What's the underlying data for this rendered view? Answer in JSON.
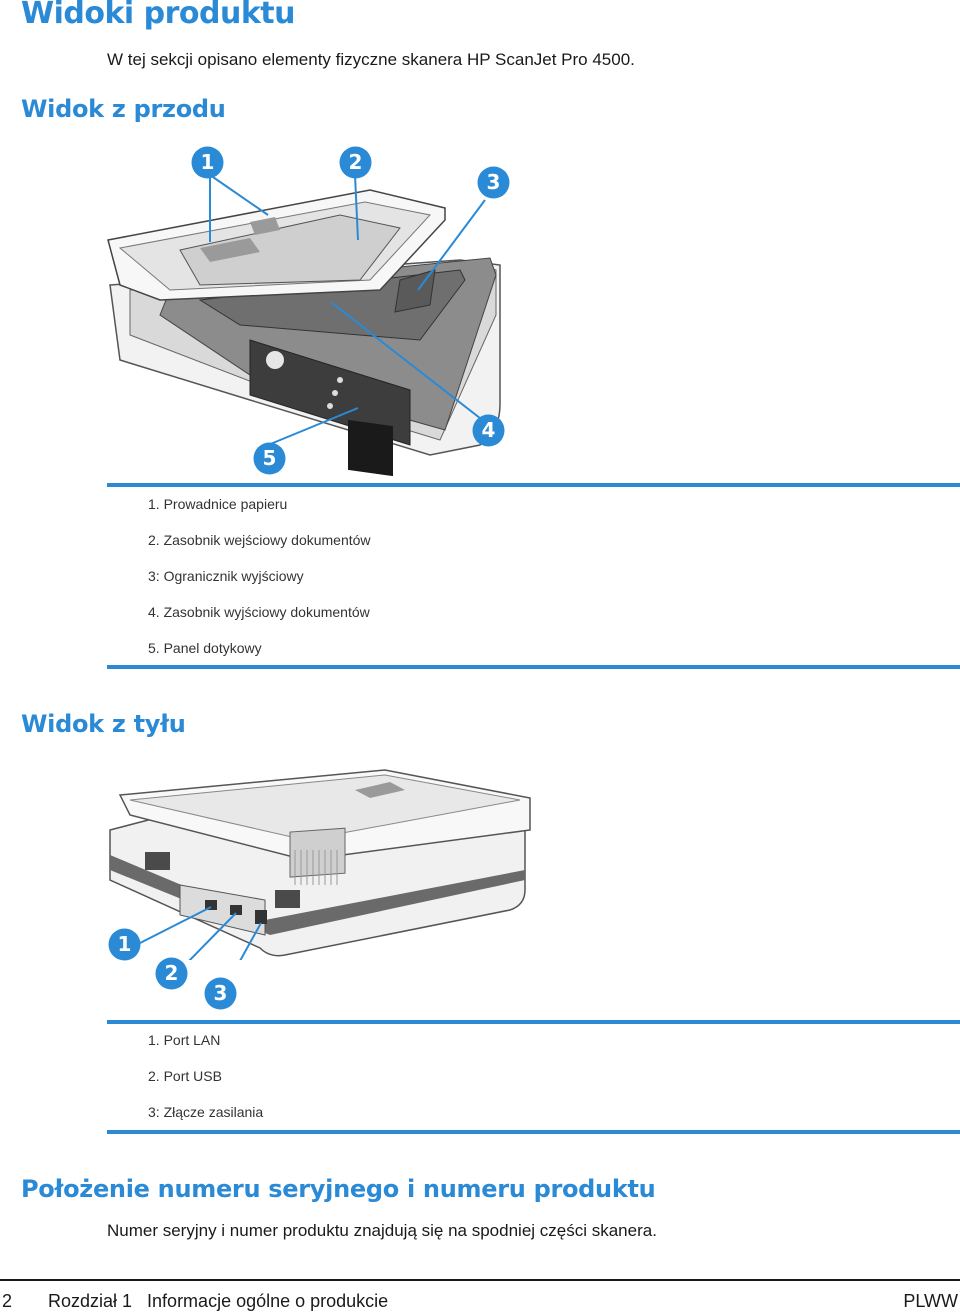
{
  "page": {
    "title": "Widoki produktu",
    "intro": "W tej sekcji opisano elementy fizyczne skanera HP ScanJet Pro 4500."
  },
  "front": {
    "heading": "Widok z przodu",
    "callouts": [
      "1",
      "2",
      "3",
      "4",
      "5"
    ],
    "items": [
      "1. Prowadnice papieru",
      "2. Zasobnik wejściowy dokumentów",
      "3: Ogranicznik wyjściowy",
      "4. Zasobnik wyjściowy dokumentów",
      "5. Panel dotykowy"
    ]
  },
  "back": {
    "heading": "Widok z tyłu",
    "callouts": [
      "1",
      "2",
      "3"
    ],
    "items": [
      "1. Port LAN",
      "2. Port USB",
      "3: Złącze zasilania"
    ]
  },
  "serial": {
    "heading": "Położenie numeru seryjnego i numeru produktu",
    "text": "Numer seryjny i numer produktu znajdują się na spodniej części skanera."
  },
  "footer": {
    "page_number": "2",
    "chapter": "Rozdział 1   Informacje ogólne o produkcie",
    "code": "PLWW"
  },
  "colors": {
    "accent": "#2a8ad6",
    "text": "#1a1a1a"
  }
}
